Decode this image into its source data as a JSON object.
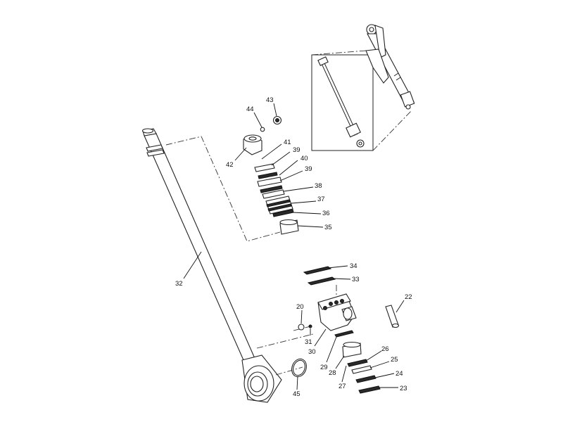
{
  "callouts": {
    "c20": "20",
    "c22": "22",
    "c23": "23",
    "c24": "24",
    "c25": "25",
    "c26": "26",
    "c27": "27",
    "c28": "28",
    "c29": "29",
    "c30": "30",
    "c31": "31",
    "c32": "32",
    "c33": "33",
    "c34": "34",
    "c35": "35",
    "c36": "36",
    "c37": "37",
    "c38": "38",
    "c39a": "39",
    "c39b": "39",
    "c40": "40",
    "c41": "41",
    "c42": "42",
    "c43": "43",
    "c44": "44",
    "c45": "45"
  },
  "colors": {
    "line": "#222222",
    "fill": "#ffffff",
    "seal": "#2a2a2a"
  }
}
